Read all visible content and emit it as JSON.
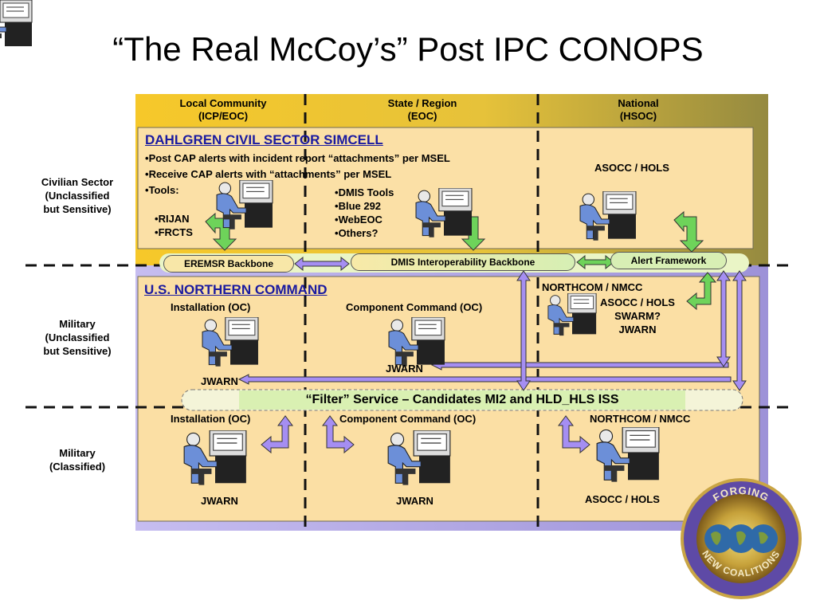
{
  "title": "“The Real McCoy’s” Post IPC CONOPS",
  "columns": [
    {
      "line1": "Local Community",
      "line2": "(ICP/EOC)"
    },
    {
      "line1": "State / Region",
      "line2": "(EOC)"
    },
    {
      "line1": "National",
      "line2": "(HSOC)"
    }
  ],
  "rows": [
    {
      "line1": "Civilian Sector",
      "line2": "(Unclassified",
      "line3": "but Sensitive)"
    },
    {
      "line1": "Military",
      "line2": "(Unclassified",
      "line3": "but Sensitive)"
    },
    {
      "line1": "Military",
      "line2": "(Classified)"
    }
  ],
  "civil": {
    "heading": "DAHLGREN CIVIL SECTOR SIMCELL",
    "bullets": [
      "Post CAP alerts with incident report “attachments” per MSEL",
      "Receive CAP alerts with “attachments” per MSEL",
      "Tools:"
    ],
    "local_tools": [
      "RIJAN",
      "FRCTS"
    ],
    "state_tools": [
      "DMIS Tools",
      "Blue 292",
      "WebEOC",
      "Others?"
    ],
    "national_label": "ASOCC / HOLS"
  },
  "backbones": {
    "eremsr": "EREMSR Backbone",
    "dmis": "DMIS Interoperability Backbone",
    "alert": "Alert Framework"
  },
  "military": {
    "heading": "U.S. NORTHERN COMMAND",
    "installation": "Installation (OC)",
    "component": "Component Command (OC)",
    "northcom": "NORTHCOM / NMCC",
    "northcom_items": [
      "ASOCC / HOLS",
      "SWARM?",
      "JWARN"
    ],
    "jwarn_left": "JWARN",
    "jwarn_mid": "JWARN"
  },
  "filter": "“Filter” Service – Candidates MI2 and HLD_HLS ISS",
  "classified": {
    "installation": "Installation (OC)",
    "component": "Component Command (OC)",
    "northcom": "NORTHCOM / NMCC",
    "label_left": "JWARN",
    "label_mid": "JWARN",
    "label_right": "ASOCC / HOLS"
  },
  "logo": {
    "top": "FORGING",
    "bottom": "NEW COALITIONS"
  },
  "colors": {
    "yellow": "#f2c32e",
    "olive": "#9a8a3c",
    "lavender": "#b2a6e6",
    "cream": "#f9deA6",
    "arrowGreen": "#6ed35a",
    "arrowPurple": "#a58ef2"
  }
}
